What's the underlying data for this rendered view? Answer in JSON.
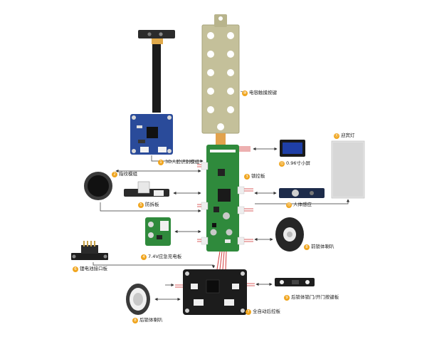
{
  "labels": {
    "touch_keypad": {
      "num": "⑩",
      "text": "电容触摸按键"
    },
    "face_module": {
      "num": "1",
      "text": "3D人脸识别模组"
    },
    "lock_board": {
      "num": "3",
      "text": "锁控板"
    },
    "oled": {
      "num": "⑫",
      "text": "0.96寸小屏"
    },
    "welcome_light": {
      "num": "⑪",
      "text": "迎宾灯"
    },
    "fingerprint": {
      "num": "2",
      "text": "指纹模组"
    },
    "tamper": {
      "num": "5",
      "text": "防拆板"
    },
    "pir": {
      "num": "⑬",
      "text": "人体感应"
    },
    "charge_board": {
      "num": "4",
      "text": "7.4V应急充电板"
    },
    "front_speaker": {
      "num": "8",
      "text": "前锁体喇叭"
    },
    "battery_board": {
      "num": "6",
      "text": "锂电池接口板"
    },
    "rear_buttons": {
      "num": "9",
      "text": "后锁体锁门/开门按键板"
    },
    "rear_speaker": {
      "num": "8",
      "text": "后锁体喇叭"
    },
    "rear_board": {
      "num": "7",
      "text": "全自动后控板"
    }
  },
  "colors": {
    "pcb_green": "#2f8a3c",
    "pcb_blue": "#2a4b9a",
    "pcb_black": "#1c1c1c",
    "badge": "#f0a51e",
    "connector_red": "#d23a3a"
  }
}
